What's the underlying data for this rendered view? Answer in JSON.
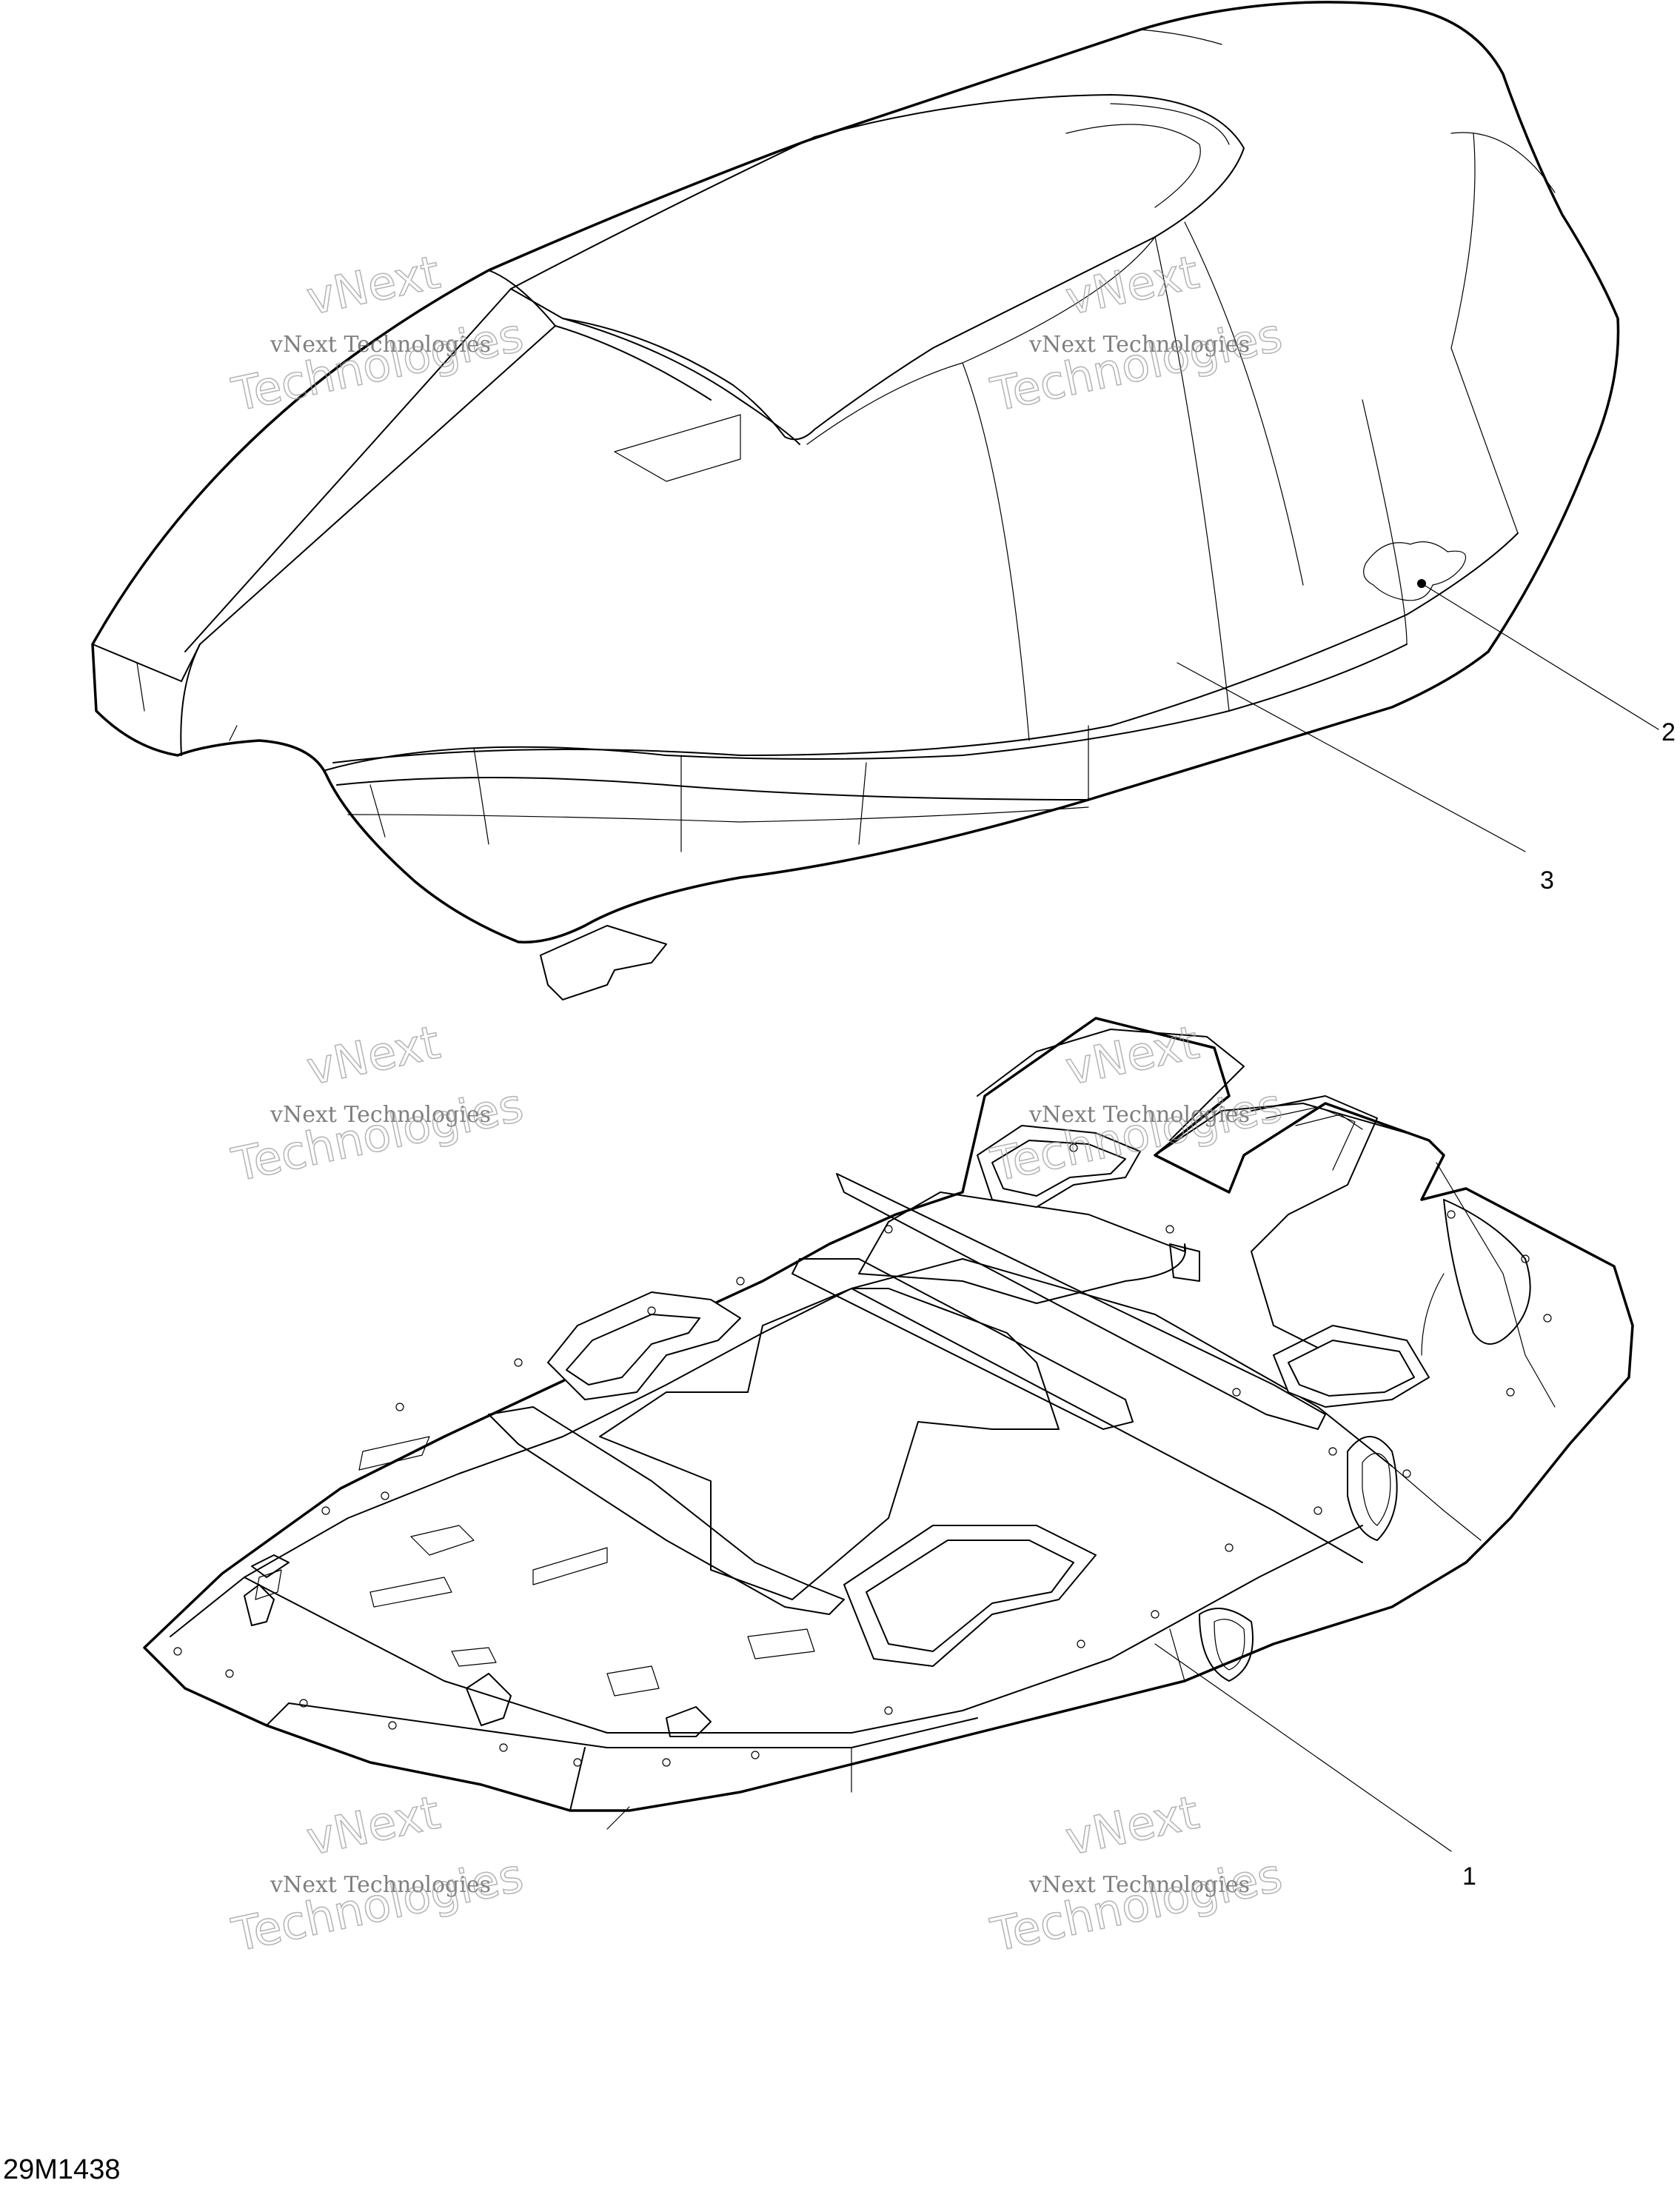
{
  "figure_id": "29M1438",
  "callouts": [
    {
      "label": "1"
    },
    {
      "label": "2"
    },
    {
      "label": "3"
    }
  ],
  "watermark": {
    "line_top": "vNext",
    "line_middle": "vNext Technologies",
    "line_bottom": "Technologies"
  },
  "colors": {
    "line": "#000000",
    "background": "#ffffff",
    "watermark": "#9a9a9a"
  }
}
